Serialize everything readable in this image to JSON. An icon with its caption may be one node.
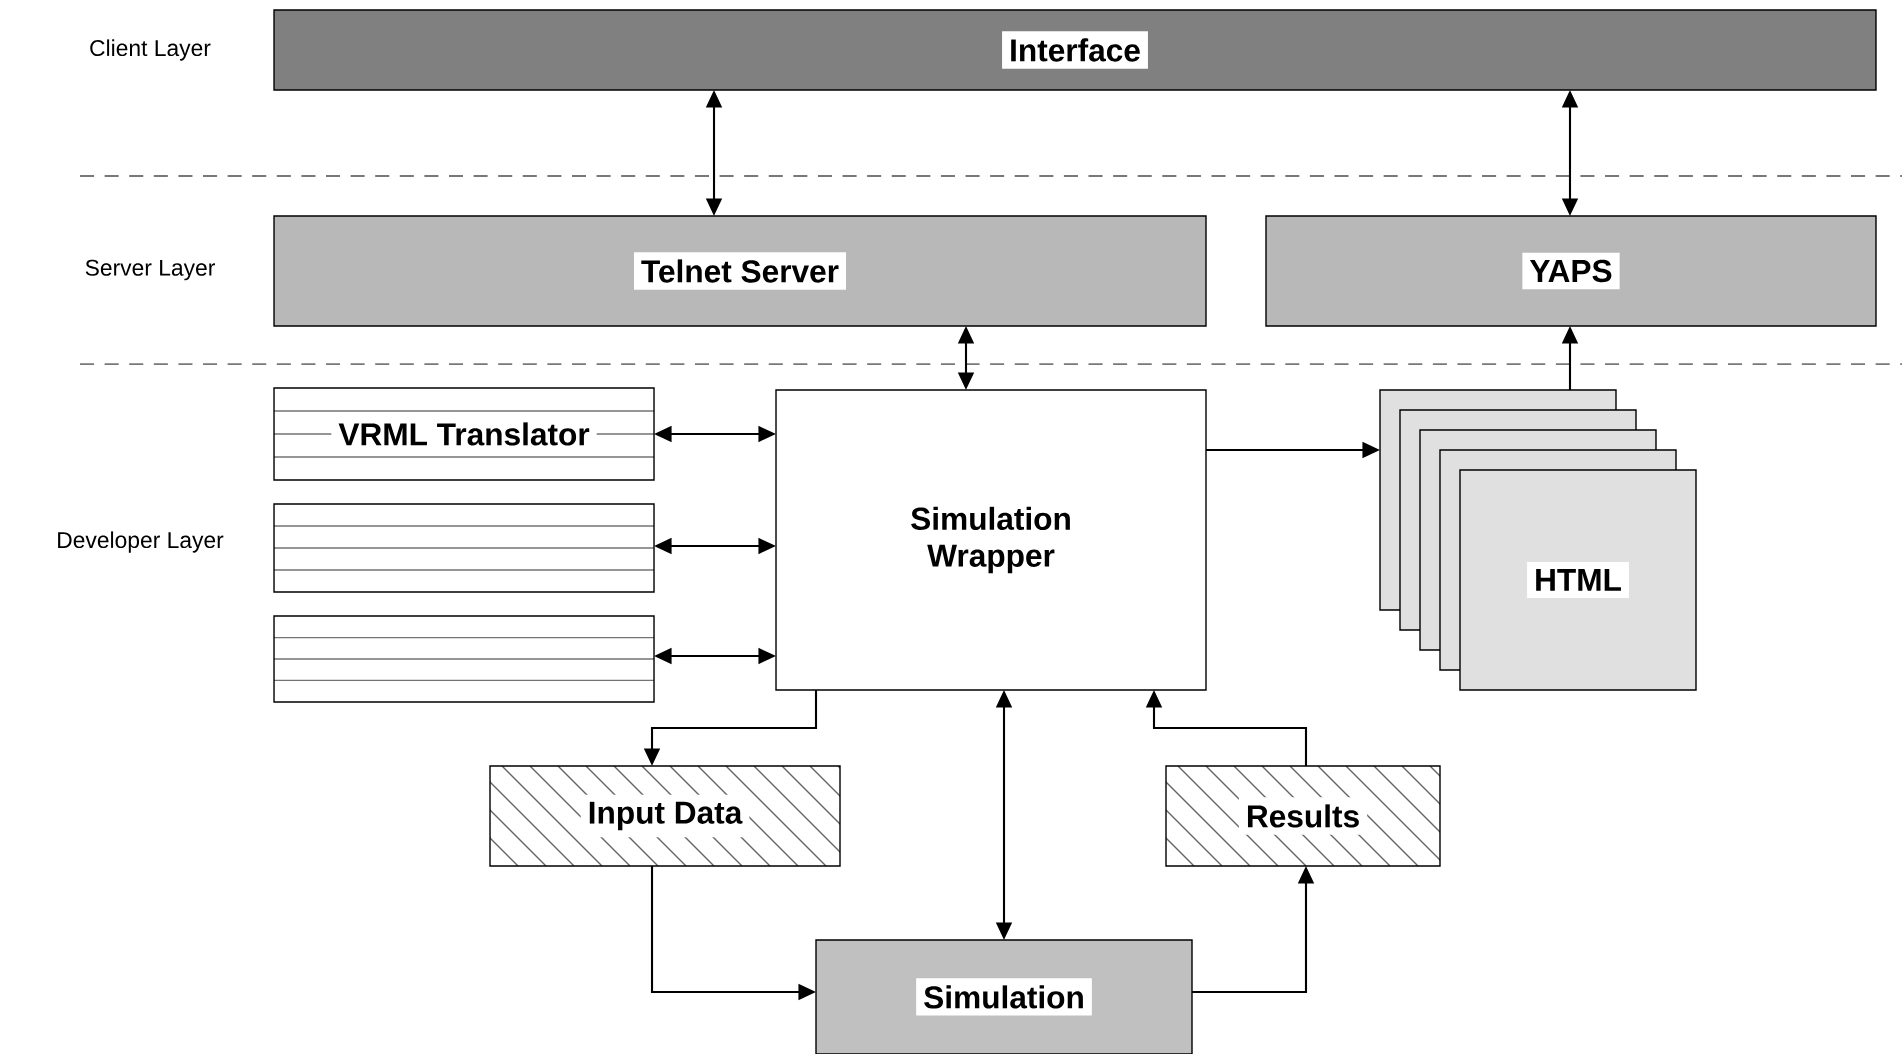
{
  "diagram": {
    "nodes": [
      {
        "text": [
          "Interface"
        ]
      },
      {
        "text": [
          "Telnet Server"
        ]
      },
      {
        "text": [
          "YAPS"
        ]
      },
      {
        "text": [
          "VRML Translator"
        ]
      },
      {
        "text": [],
        "shape": "box"
      },
      {
        "text": [],
        "shape": "box"
      },
      {
        "text": [
          "Simulation Wrapper"
        ]
      },
      {
        "text": [
          "HTML"
        ]
      },
      {
        "text": [
          "Input Data"
        ]
      },
      {
        "text": [
          "Results"
        ]
      },
      {
        "text": [
          "Simulation"
        ]
      }
    ],
    "edges": [
      {
        "from": 0,
        "to": 1,
        "arrow": "both"
      },
      {
        "from": 0,
        "to": 2,
        "arrow": "both"
      },
      {
        "from": 1,
        "to": 6,
        "arrow": "both"
      },
      {
        "from": 3,
        "to": 6,
        "arrow": "both"
      },
      {
        "from": 4,
        "to": 6,
        "arrow": "both"
      },
      {
        "from": 5,
        "to": 6,
        "arrow": "both"
      },
      {
        "from": 6,
        "to": 7,
        "arrow": "to"
      },
      {
        "from": 7,
        "to": 2,
        "arrow": "to"
      },
      {
        "from": 6,
        "to": 8,
        "arrow": "to"
      },
      {
        "from": 8,
        "to": 10,
        "arrow": "to"
      },
      {
        "from": 6,
        "to": 10,
        "arrow": "both"
      },
      {
        "from": 10,
        "to": 9,
        "arrow": "to"
      },
      {
        "from": 9,
        "to": 6,
        "arrow": "to"
      }
    ],
    "labels": [
      "Client Layer",
      "Server Layer",
      "Developer Layer"
    ]
  }
}
